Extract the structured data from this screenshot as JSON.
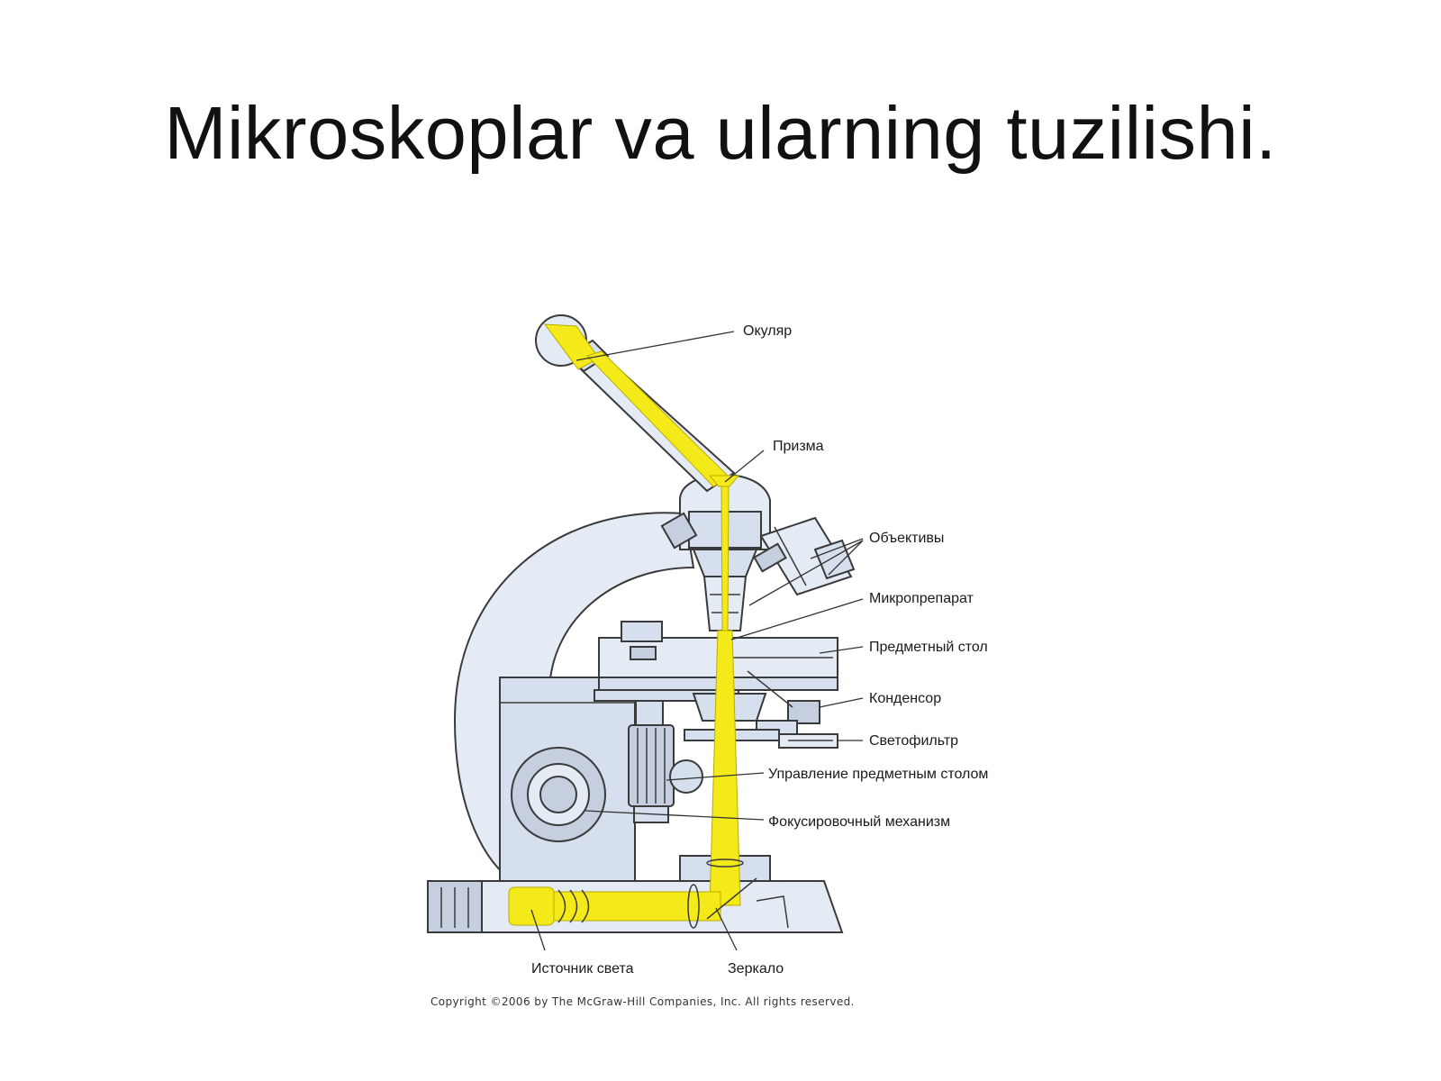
{
  "slide": {
    "title": "Mikroskoplar va ularning tuzilishi."
  },
  "diagram": {
    "labels": {
      "eyepiece": "Окуляр",
      "prism": "Призма",
      "objectives": "Объективы",
      "specimen": "Микропрепарат",
      "stage": "Предметный стол",
      "condenser": "Конденсор",
      "filter": "Светофильтр",
      "stage_control": "Управление предметным столом",
      "focus": "Фокусировочный механизм",
      "light_source": "Источник света",
      "mirror": "Зеркало"
    },
    "copyright": "Copyright ©2006 by The McGraw-Hill Companies, Inc.  All rights reserved."
  },
  "colors": {
    "light_beam": "#f4ea1a",
    "microscope_body": "#e4ebf5",
    "outline": "#3a3a3a"
  }
}
